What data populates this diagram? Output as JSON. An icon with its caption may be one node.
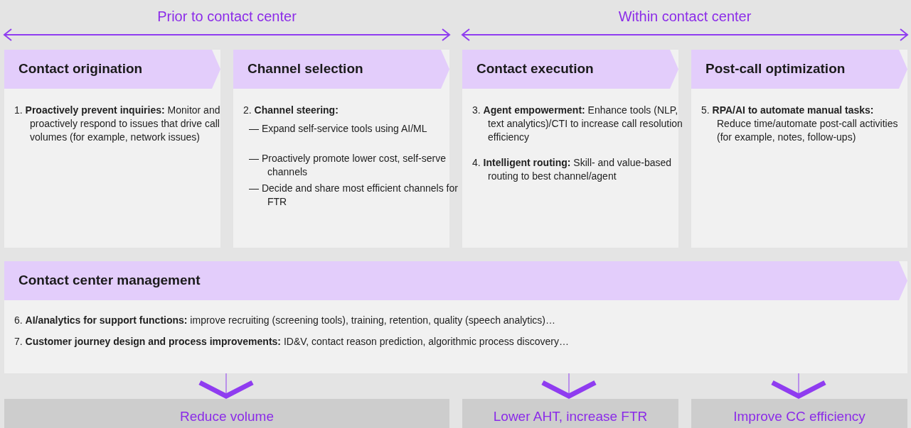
{
  "diagram": {
    "nodes": [
      {
        "text": [
          "Contact origination",
          "1. **Proactively prevent inquiries:** Monitor and proactively respond to issues that drive call volumes (for example, network issues)"
        ]
      },
      {
        "text": [
          "Channel selection",
          "2. **Channel steering:**",
          "— Expand self-service tools using AI/ML",
          "— Proactively promote lower cost, self-serve channels",
          "— Decide and share most efficient channels for FTR"
        ]
      },
      {
        "text": [
          "Contact execution",
          "3. **Agent empowerment:** Enhance tools (NLP, text analytics)/CTI to increase call resolution efficiency",
          "4. **Intelligent routing:** Skill- and value-based routing to best channel/agent"
        ]
      },
      {
        "text": [
          "Post-call optimization",
          "5. **RPA/AI to automate manual tasks:** Reduce time/automate post-call activities (for example, notes, follow-ups)"
        ]
      },
      {
        "text": [
          "Contact center management",
          "6. **AI/analytics for support functions:** improve recruiting (screening tools), training, retention, quality (speech analytics)…",
          "7. **Customer journey design and process improvements:** ID&V, contact reason prediction, algorithmic process discovery…"
        ]
      },
      {
        "text": [
          "Reduce volume"
        ]
      },
      {
        "text": [
          "Lower AHT, increase FTR"
        ]
      },
      {
        "text": [
          "Improve CC efficiency"
        ]
      }
    ],
    "edges": [
      {
        "from": 4,
        "to": 5,
        "arrow": "to"
      },
      {
        "from": 4,
        "to": 6,
        "arrow": "to"
      },
      {
        "from": 4,
        "to": 7,
        "arrow": "to"
      }
    ],
    "labels": [
      "Prior to contact center",
      "Within contact center"
    ]
  }
}
